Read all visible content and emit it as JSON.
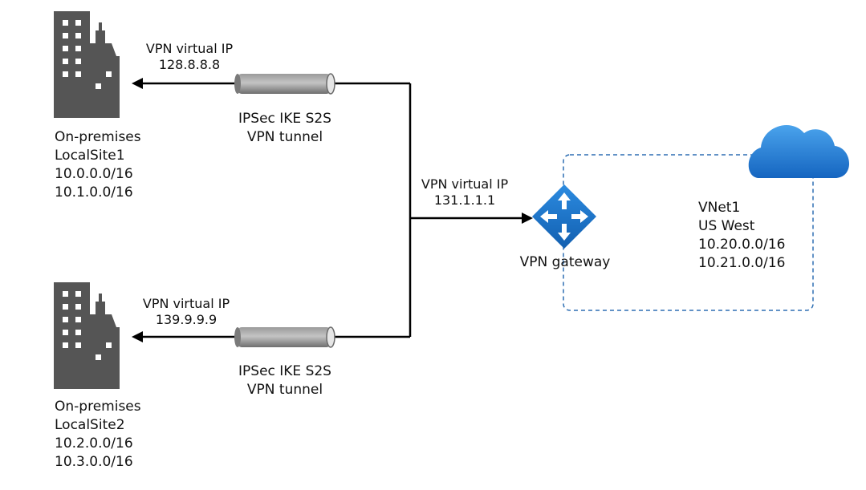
{
  "site1": {
    "vip_label": "VPN virtual IP",
    "vip_address": "128.8.8.8",
    "tunnel_line1": "IPSec IKE S2S",
    "tunnel_line2": "VPN tunnel",
    "name_line1": "On-premises",
    "name_line2": "LocalSite1",
    "prefix1": "10.0.0.0/16",
    "prefix2": "10.1.0.0/16",
    "icon": "office-building-icon"
  },
  "site2": {
    "vip_label": "VPN virtual IP",
    "vip_address": "139.9.9.9",
    "tunnel_line1": "IPSec IKE S2S",
    "tunnel_line2": "VPN tunnel",
    "name_line1": "On-premises",
    "name_line2": "LocalSite2",
    "prefix1": "10.2.0.0/16",
    "prefix2": "10.3.0.0/16",
    "icon": "office-building-icon"
  },
  "gateway": {
    "vip_label": "VPN virtual IP",
    "vip_address": "131.1.1.1",
    "name": "VPN gateway",
    "icon": "vpn-gateway-icon",
    "color": "#1a73c7"
  },
  "vnet": {
    "name": "VNet1",
    "region": "US West",
    "prefix1": "10.20.0.0/16",
    "prefix2": "10.21.0.0/16",
    "icon": "cloud-icon",
    "border_color": "#2e6fb3"
  },
  "colors": {
    "building": "#555555",
    "tunnel": "#8a8a8a",
    "line": "#000000",
    "cloud": "#1f7ad6"
  }
}
